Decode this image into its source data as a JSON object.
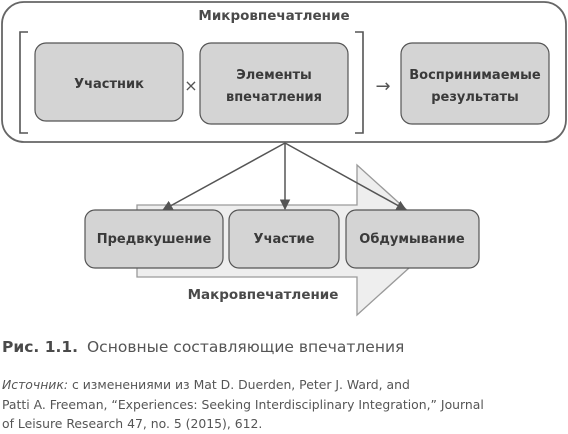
{
  "diagram": {
    "micro_title": "Микровпечатление",
    "macro_title": "Макровпечатление",
    "participant": "Участник",
    "elements": [
      "Элементы",
      "впечатления"
    ],
    "results": [
      "Воспринимаемые",
      "результаты"
    ],
    "times_symbol": "×",
    "arrow_symbol": "→",
    "phases": [
      "Предвкушение",
      "Участие",
      "Обдумывание"
    ]
  },
  "caption": {
    "figure_label": "Рис. 1.1.",
    "text": "Основные составляющие впечатления"
  },
  "source": {
    "lead": "Источник:",
    "line1_rest": " с изменениями из Mat D. Duerden, Peter J. Ward, and",
    "line2": "Patti A. Freeman, “Experiences: Seeking Interdisciplinary Integration,” Journal",
    "line3": "of Leisure Research 47, no. 5 (2015), 612."
  }
}
